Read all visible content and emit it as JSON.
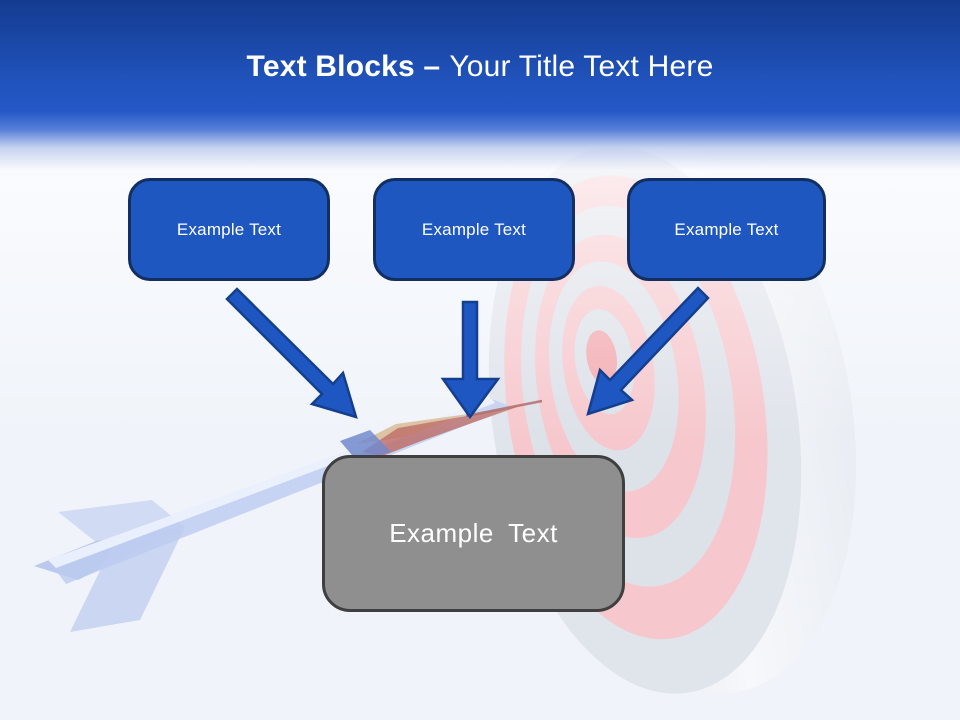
{
  "title": {
    "bold": "Text Blocks –",
    "regular": "Your Title Text Here"
  },
  "boxes": [
    {
      "label": "Example Text"
    },
    {
      "label": "Example Text"
    },
    {
      "label": "Example Text"
    }
  ],
  "result_box": {
    "label": "Example Text"
  },
  "colors": {
    "accent_blue": "#1d57bf",
    "box_border": "#132f62",
    "arrow_blue": "#1e57c1",
    "arrow_border": "#153f8e",
    "gray_fill": "#8f8f8f",
    "gray_border": "#3f3f3f",
    "header_top": "#143c90",
    "header_blue": "#2458c6",
    "title_text": "#ffffff",
    "body_bg": "#f0f4fa",
    "target_pink": "#f6c8cd",
    "target_gray": "#dde1e8",
    "target_red": "#f2abb0",
    "dart_lavender": "#c3d0f0"
  }
}
